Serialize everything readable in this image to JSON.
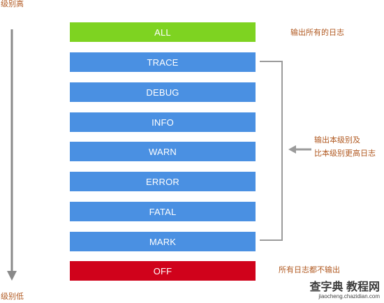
{
  "axis": {
    "top_label": "级别高",
    "bottom_label": "级别低"
  },
  "levels": [
    {
      "label": "ALL",
      "color": "#7ed321"
    },
    {
      "label": "TRACE",
      "color": "#4a90e2"
    },
    {
      "label": "DEBUG",
      "color": "#4a90e2"
    },
    {
      "label": "INFO",
      "color": "#4a90e2"
    },
    {
      "label": "WARN",
      "color": "#4a90e2"
    },
    {
      "label": "ERROR",
      "color": "#4a90e2"
    },
    {
      "label": "FATAL",
      "color": "#4a90e2"
    },
    {
      "label": "MARK",
      "color": "#4a90e2"
    },
    {
      "label": "OFF",
      "color": "#d0021b"
    }
  ],
  "notes": {
    "all": "输出所有的日志",
    "bracket_line1": "输出本级别及",
    "bracket_line2": "比本级别更高日志",
    "off": "所有日志都不输出"
  },
  "watermark": {
    "main": "查字典 教程网",
    "sub": "jiaocheng.chazidian.com"
  }
}
